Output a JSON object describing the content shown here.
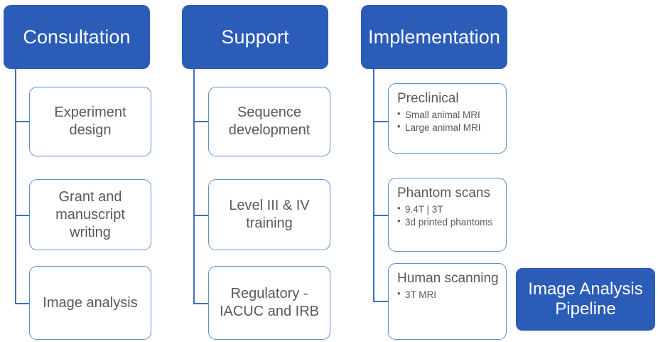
{
  "colors": {
    "header_blue": "#2B5CB8",
    "leaf_border": "#5B8FD4",
    "leaf_text": "#595959",
    "connector": "#3F6FBF",
    "canvas": "#FFFFFF"
  },
  "columns": [
    {
      "header": "Consultation",
      "leaves": [
        {
          "title": "Experiment design",
          "bullets": []
        },
        {
          "title": "Grant and manuscript writing",
          "bullets": []
        },
        {
          "title": "Image analysis",
          "bullets": []
        }
      ]
    },
    {
      "header": "Support",
      "leaves": [
        {
          "title": "Sequence development",
          "bullets": []
        },
        {
          "title": "Level III & IV training",
          "bullets": []
        },
        {
          "title": "Regulatory - IACUC and IRB",
          "bullets": []
        }
      ]
    },
    {
      "header": "Implementation",
      "leaves": [
        {
          "title": "Preclinical",
          "bullets": [
            "Small animal MRI",
            "Large animal MRI"
          ]
        },
        {
          "title": "Phantom scans",
          "bullets": [
            "9.4T | 3T",
            "3d printed phantoms"
          ]
        },
        {
          "title": "Human scanning",
          "bullets": [
            "3T MRI"
          ]
        }
      ]
    }
  ],
  "pipeline": {
    "label": "Image Analysis Pipeline"
  }
}
